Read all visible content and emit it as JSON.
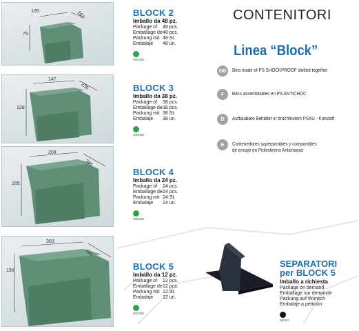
{
  "header": {
    "title": "CONTENITORI",
    "subtitle": "Linea “Block”"
  },
  "languages": [
    {
      "code": "GB",
      "text": "Bins made of PS SHOCKPROOF slotted together"
    },
    {
      "code": "F",
      "text": "Bacs assemblables en PS ANTICHOC"
    },
    {
      "code": "D",
      "text": "Aufbaubare Behälter in bruchfestem PSAU - Kunstoff"
    },
    {
      "code": "E",
      "text": "Contenedores superponibles y componibles",
      "text2": "de encaje en Poliestireno Antichoque"
    }
  ],
  "products": [
    {
      "name": "BLOCK 2",
      "imballo": "Imballo da 48 pz.",
      "width": "105",
      "depth": "162",
      "height": "75",
      "rows": [
        {
          "l": "Package of",
          "v": "48 pcs."
        },
        {
          "l": "Emballage de",
          "v": "48 pcs."
        },
        {
          "l": "Packung mit",
          "v": "48 St."
        },
        {
          "l": "Embalaje",
          "v": "48 un."
        }
      ],
      "color_label": "VERDE",
      "color": "#2fa343"
    },
    {
      "name": "BLOCK 3",
      "imballo": "Imballo da 38 pz.",
      "width": "147",
      "depth": "236",
      "height": "128",
      "rows": [
        {
          "l": "Package of",
          "v": "38 pcs."
        },
        {
          "l": "Emballage de",
          "v": "38 pcs."
        },
        {
          "l": "Packung mit",
          "v": "38 St."
        },
        {
          "l": "Embalaje",
          "v": "38 un."
        }
      ],
      "color_label": "VERDE",
      "color": "#2fa343"
    },
    {
      "name": "BLOCK 4",
      "imballo": "Imballo da 24 pz.",
      "width": "209",
      "depth": "346",
      "height": "165",
      "rows": [
        {
          "l": "Package of",
          "v": "24 pcs."
        },
        {
          "l": "Emballage de",
          "v": "24 pcs."
        },
        {
          "l": "Packung mit",
          "v": "24 St."
        },
        {
          "l": "Embalaje",
          "v": "24 un."
        }
      ],
      "color_label": "VERDE",
      "color": "#2fa343"
    },
    {
      "name": "BLOCK 5",
      "imballo": "Imballo da 12 pz.",
      "width": "303",
      "depth": "490",
      "height": "190",
      "rows": [
        {
          "l": "Package of",
          "v": "12 pcs."
        },
        {
          "l": "Emballage de",
          "v": "12 pcs."
        },
        {
          "l": "Packung mit",
          "v": "12 St."
        },
        {
          "l": "Embalaje",
          "v": "12 un."
        }
      ],
      "color_label": "VERDE",
      "color": "#2fa343"
    }
  ],
  "separator": {
    "title1": "SEPARATORI",
    "title2": "per BLOCK 5",
    "sub": "Imballo a richiesta",
    "lines": [
      "Package on demand",
      "Emballage sur demande",
      "Packung auf Wunsch",
      "Embalaje a petición"
    ],
    "color_label": "NERO",
    "color": "#111111"
  },
  "colors": {
    "accent": "#1b6fb5",
    "bin": "#5f8f76",
    "bin_dark": "#456e58"
  }
}
